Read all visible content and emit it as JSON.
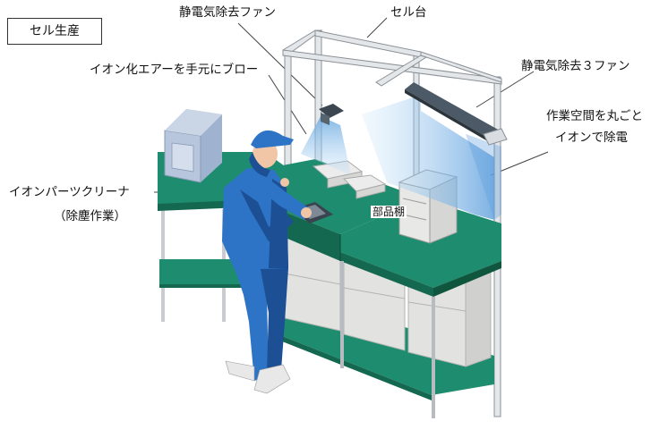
{
  "title": "セル生産",
  "callouts": {
    "static_fan": "静電気除去ファン",
    "cell_stand": "セル台",
    "ion_blow": "イオン化エアーを手元にブロー",
    "static_fan3": "静電気除去３ファン",
    "workspace_line1": "作業空間を丸ごと",
    "workspace_line2": "イオンで除電",
    "cleaner_line1": "イオンパーツクリーナ",
    "cleaner_line2": "（除塵作業）",
    "parts_shelf": "部品棚"
  },
  "colors": {
    "bench_top": "#1e8c6e",
    "bench_top_dark": "#14684f",
    "frame": "#d9dde2",
    "frame_edge": "#8a9097",
    "uniform": "#2d74c6",
    "uniform_dark": "#1c4f93",
    "ion_blue": "#7fb6e6",
    "boxes": "#e2e3e1",
    "cleaner": "#b7c6dd"
  }
}
